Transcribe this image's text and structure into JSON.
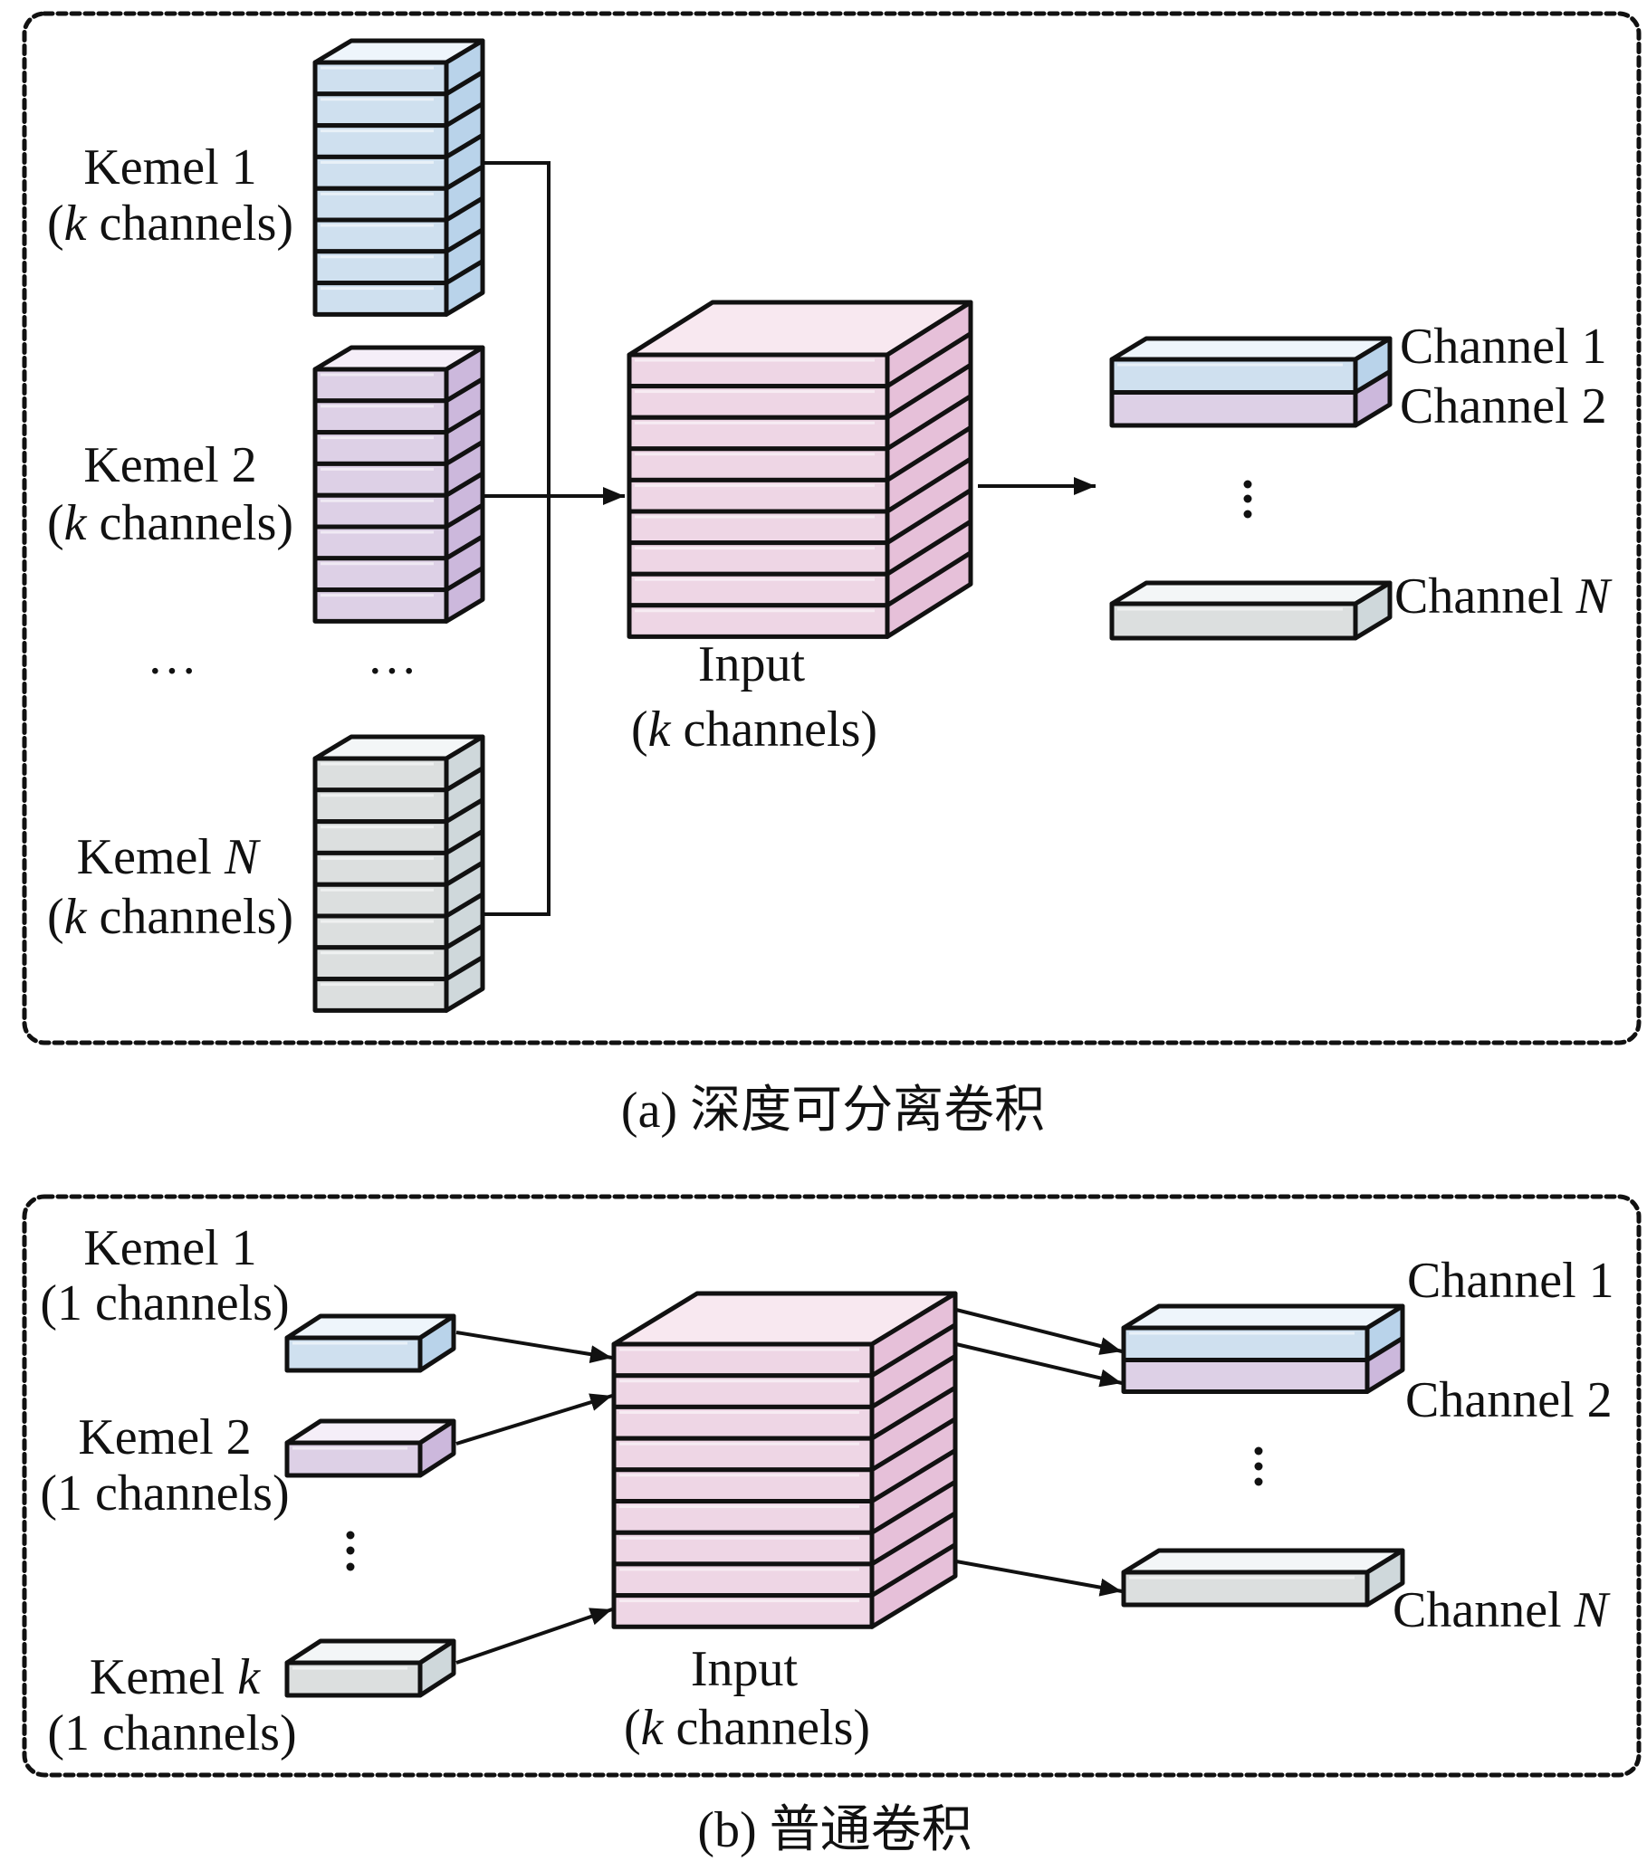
{
  "figure": {
    "panel_a": {
      "caption": "(a) 深度可分离卷积",
      "kernels": [
        {
          "name": "Kemel ",
          "index": "1",
          "index_italic": false,
          "sub": "(",
          "sub_var": "k",
          "sub_rest": " channels)",
          "color": "blue"
        },
        {
          "name": "Kemel ",
          "index": "2",
          "index_italic": false,
          "sub": "(",
          "sub_var": "k",
          "sub_rest": " channels)",
          "color": "purple"
        },
        {
          "name": "Kemel ",
          "index": "N",
          "index_italic": true,
          "sub": "(",
          "sub_var": "k",
          "sub_rest": " channels)",
          "color": "gray"
        }
      ],
      "kernel_layers": 8,
      "ellipsis": "···",
      "input": {
        "title": "Input",
        "sub": "(",
        "sub_var": "k",
        "sub_rest": " channels)",
        "layers": 9
      },
      "outputs": [
        {
          "name": "Channel ",
          "index": "1",
          "index_italic": false,
          "color": "blue"
        },
        {
          "name": "Channel ",
          "index": "2",
          "index_italic": false,
          "color": "purple"
        },
        {
          "name": "Channel ",
          "index": "N",
          "index_italic": true,
          "color": "gray"
        }
      ],
      "vertical_ellipsis": "⋮"
    },
    "panel_b": {
      "caption": "(b) 普通卷积",
      "kernels": [
        {
          "name": "Kemel ",
          "index": "1",
          "index_italic": false,
          "sub": "(1 channels)",
          "color": "blue"
        },
        {
          "name": "Kemel ",
          "index": "2",
          "index_italic": false,
          "sub": "(1 channels)",
          "color": "purple"
        },
        {
          "name": "Kemel ",
          "index": "k",
          "index_italic": true,
          "sub": "(1 channels)",
          "color": "gray"
        }
      ],
      "input": {
        "title": "Input",
        "sub": "(",
        "sub_var": "k",
        "sub_rest": " channels)",
        "layers": 9
      },
      "outputs": [
        {
          "name": "Channel ",
          "index": "1",
          "index_italic": false,
          "color": "blue"
        },
        {
          "name": "Channel ",
          "index": "2",
          "index_italic": false,
          "color": "purple"
        },
        {
          "name": "Channel ",
          "index": "N",
          "index_italic": true,
          "color": "gray"
        }
      ],
      "vertical_ellipsis": "⋮"
    }
  },
  "palette": {
    "blue": {
      "front": "#cfe0ef",
      "side": "#b9d3ea",
      "top": "#eef5fb"
    },
    "purple": {
      "front": "#ddd0e6",
      "side": "#ccb8dc",
      "top": "#f5eef8"
    },
    "gray": {
      "front": "#dcdfdf",
      "side": "#cfd8db",
      "top": "#f3f6f7"
    },
    "pink": {
      "front": "#eed6e5",
      "side": "#e6c0d9",
      "top": "#f8e8f0"
    },
    "stroke": "#111111"
  }
}
